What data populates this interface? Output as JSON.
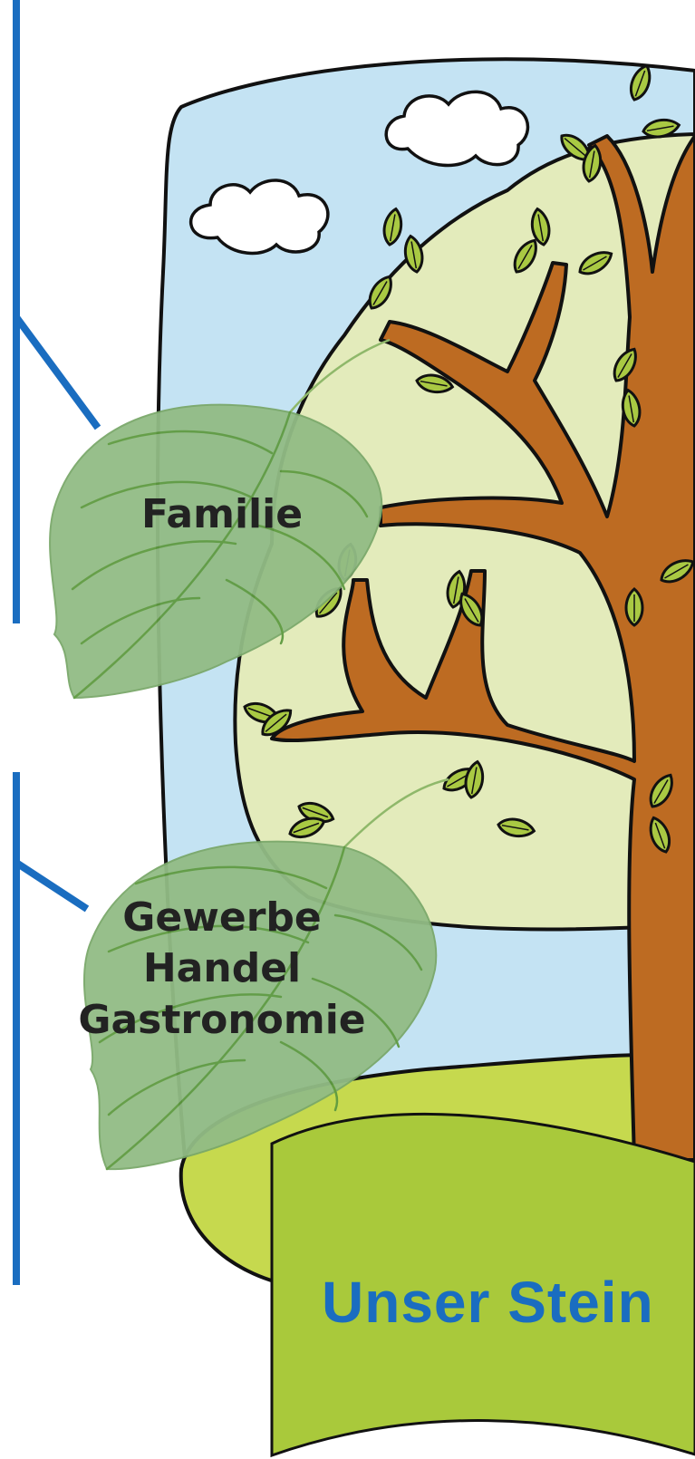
{
  "leaves": {
    "top": {
      "lines": [
        "Familie"
      ]
    },
    "bottom": {
      "lines": [
        "Gewerbe",
        "Handel",
        "Gastronomie"
      ]
    }
  },
  "banner": {
    "title": "Unser Stein"
  },
  "colors": {
    "sky": "#c4e3f3",
    "canopy": "#e3ebbb",
    "grass": "#c6d94e",
    "trunk": "#bd6b22",
    "leaf_small": "#a9c943",
    "leaf_big": "#92bc85",
    "leaf_vein": "#5e9a40",
    "bracket": "#1a6dc0",
    "banner": "#a9c93b",
    "title": "#1a6dc0"
  },
  "icons": [
    "cloud-icon",
    "leaf-icon",
    "tree-icon"
  ]
}
